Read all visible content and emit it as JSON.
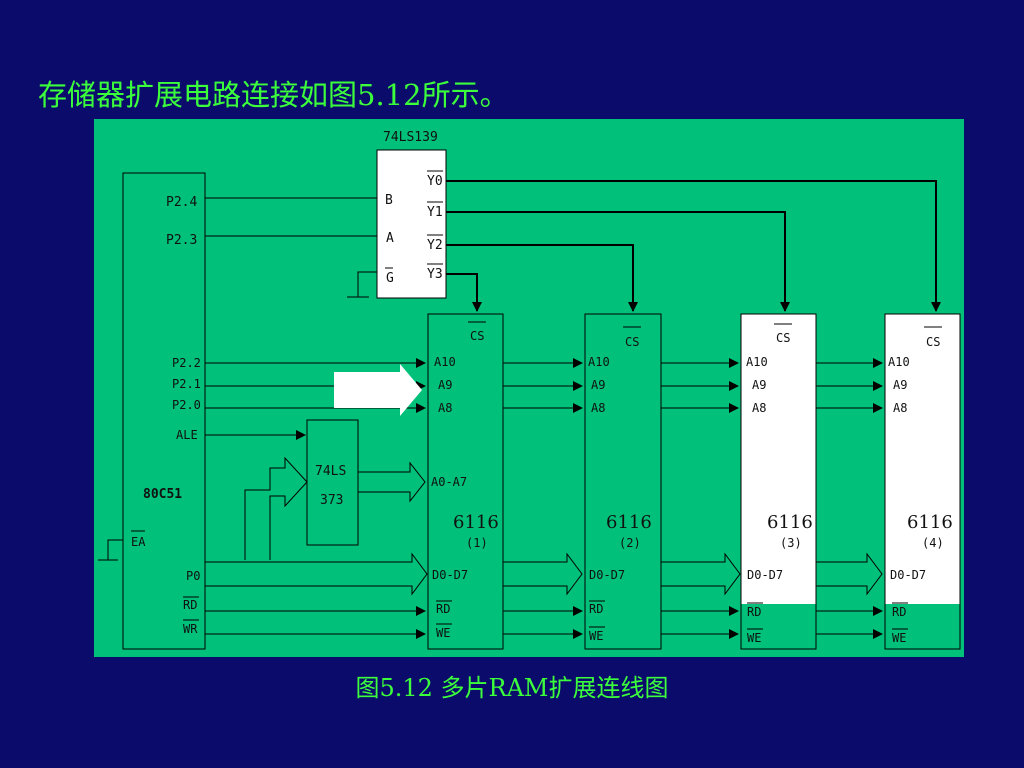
{
  "slide": {
    "title": "存储器扩展电路连接如图5.12所示。",
    "caption": "图5.12  多片RAM扩展连线图"
  },
  "colors": {
    "background": "#0b0b6b",
    "title_text": "#3cff3c",
    "diagram_bg": "#00c07a",
    "white_chip": "#ffffff"
  },
  "diagram": {
    "decoder": {
      "name": "74LS139",
      "inputs": [
        "B",
        "A",
        "G"
      ],
      "outputs": [
        "Y0",
        "Y1",
        "Y2",
        "Y3"
      ]
    },
    "mcu": {
      "name": "80C51",
      "pins": [
        "P2.4",
        "P2.3",
        "P2.2",
        "P2.1",
        "P2.0",
        "ALE",
        "EA",
        "P0",
        "RD",
        "WR"
      ]
    },
    "latch": {
      "line1": "74LS",
      "line2": "373"
    },
    "ram_pins": {
      "cs": "CS",
      "a10": "A10",
      "a9": "A9",
      "a8": "A8",
      "a0_a7": "A0-A7",
      "data": "D0-D7",
      "rd": "RD",
      "we": "WE"
    },
    "ram_chips": [
      {
        "name": "6116",
        "index": "(1)"
      },
      {
        "name": "6116",
        "index": "(2)"
      },
      {
        "name": "6116",
        "index": "(3)"
      },
      {
        "name": "6116",
        "index": "(4)"
      }
    ]
  }
}
